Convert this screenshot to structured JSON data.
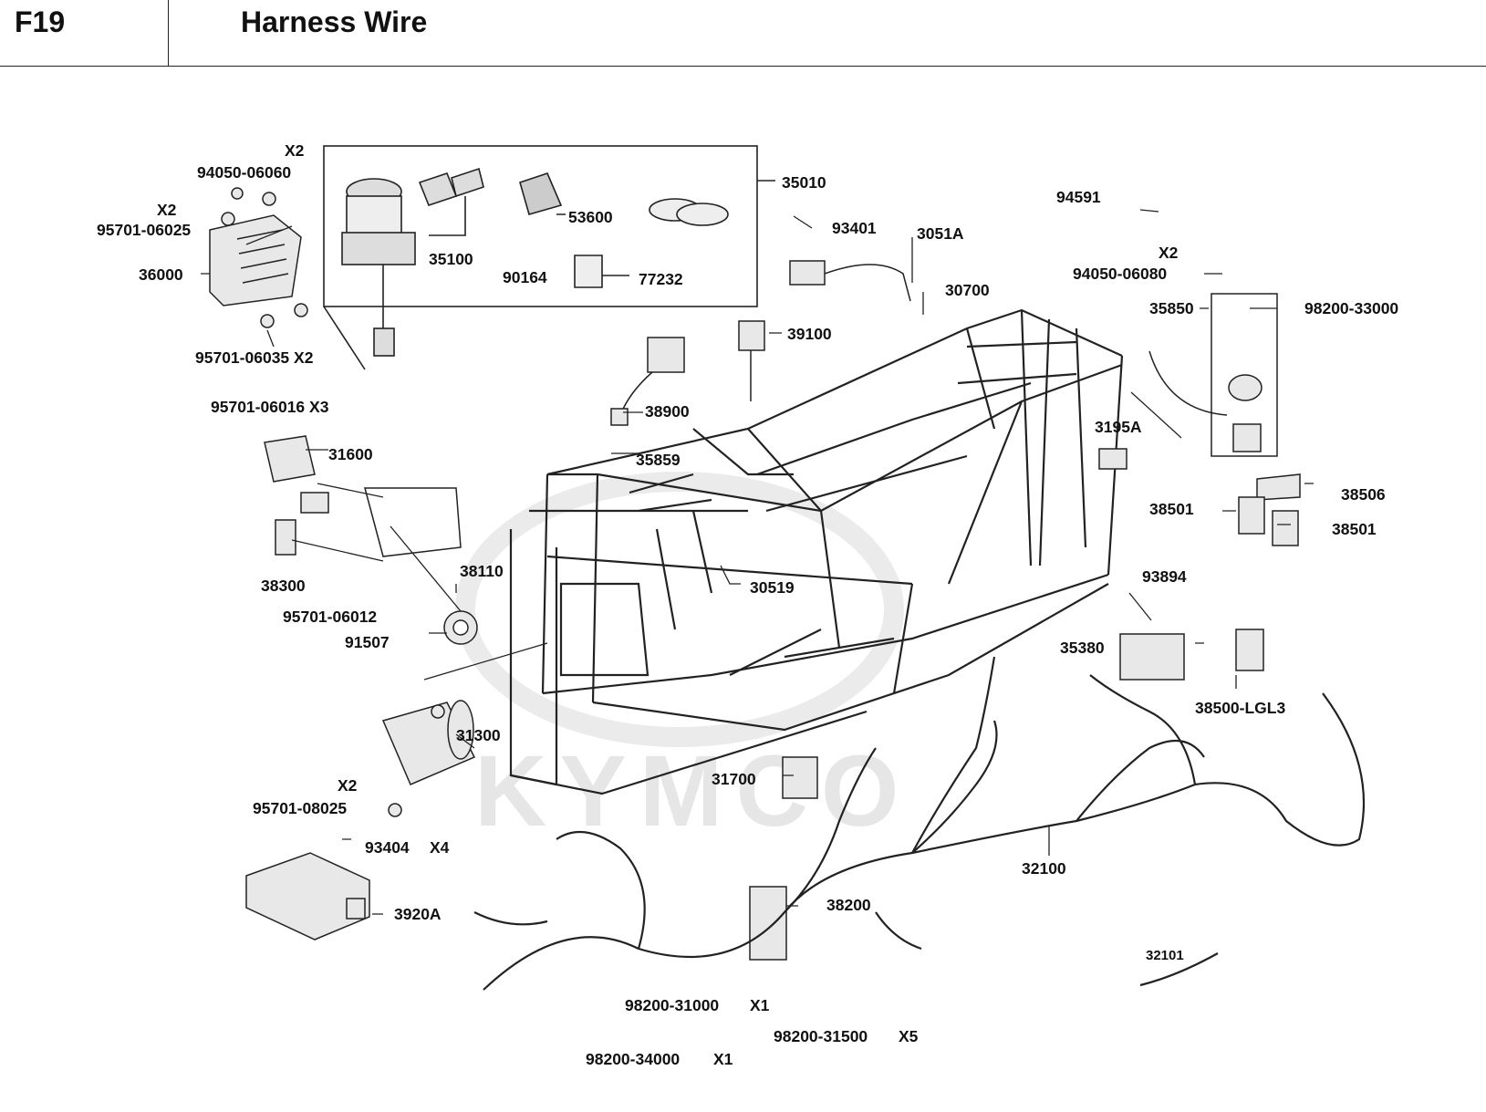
{
  "header": {
    "code": "F19",
    "title": "Harness Wire"
  },
  "watermark": {
    "text": "KYMCO"
  },
  "parts": {
    "x2_a": "X2",
    "p94050_06060": "94050-06060",
    "x2_b": "X2",
    "p95701_06025": "95701-06025",
    "p36000": "36000",
    "p95701_06035": "95701-06035 X2",
    "p35100": "35100",
    "p53600": "53600",
    "p90164": "90164",
    "p77232": "77232",
    "p35010": "35010",
    "p94591": "94591",
    "p93401": "93401",
    "p3051A": "3051A",
    "p30700": "30700",
    "x2_c": "X2",
    "p94050_06080": "94050-06080",
    "p35850": "35850",
    "p98200_33000": "98200-33000",
    "p39100": "39100",
    "p38900": "38900",
    "p95701_06016": "95701-06016 X3",
    "p31600": "31600",
    "p35859": "35859",
    "p3195A": "3195A",
    "p38506": "38506",
    "p38501_a": "38501",
    "p38501_b": "38501",
    "p38300": "38300",
    "p38110": "38110",
    "p30519": "30519",
    "p95701_06012": "95701-06012",
    "p91507": "91507",
    "p93894": "93894",
    "p35380": "35380",
    "p38500_LGL3": "38500-LGL3",
    "p31300": "31300",
    "x2_d": "X2",
    "p95701_08025": "95701-08025",
    "p31700": "31700",
    "p93404": "93404",
    "x4": "X4",
    "p3920A": "3920A",
    "p32100": "32100",
    "p38200": "38200",
    "p32101": "32101",
    "p98200_31000": "98200-31000",
    "x1_a": "X1",
    "p98200_31500": "98200-31500",
    "x5": "X5",
    "p98200_34000": "98200-34000",
    "x1_b": "X1"
  }
}
